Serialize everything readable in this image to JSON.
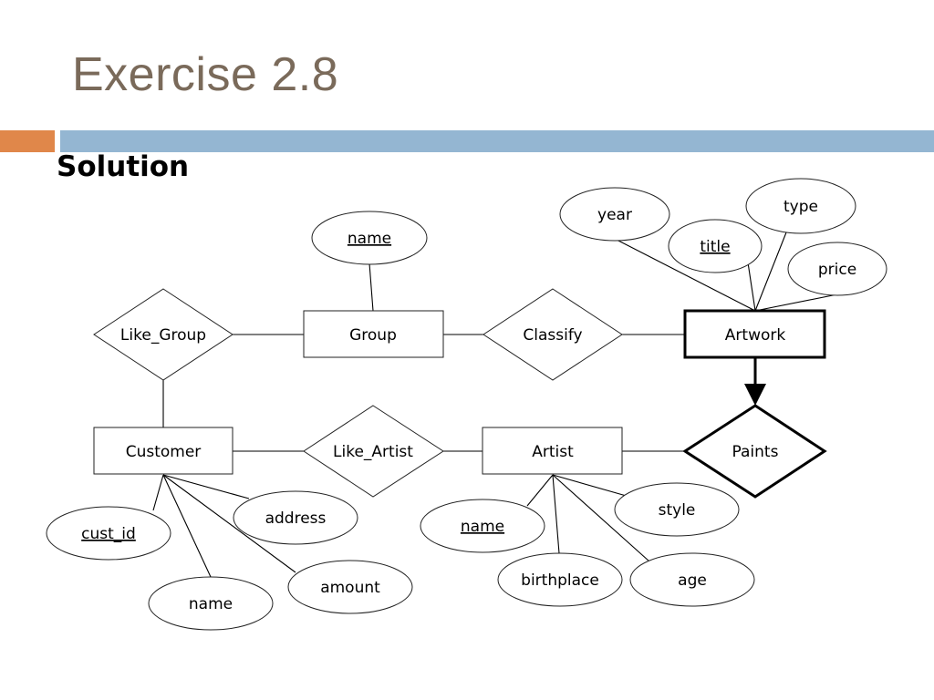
{
  "slide": {
    "title": "Exercise 2.8",
    "subtitle": "Solution",
    "colors": {
      "title": "#7a6a5a",
      "accent_orange": "#e0874a",
      "accent_blue": "#94b6d2"
    }
  },
  "diagram": {
    "entities": {
      "group": "Group",
      "artwork": "Artwork",
      "customer": "Customer",
      "artist": "Artist"
    },
    "relationships": {
      "like_group": "Like_Group",
      "classify": "Classify",
      "like_artist": "Like_Artist",
      "paints": "Paints"
    },
    "attributes": {
      "group_name": "name",
      "artwork_year": "year",
      "artwork_title": "title",
      "artwork_type": "type",
      "artwork_price": "price",
      "customer_cust_id": "cust_id",
      "customer_name": "name",
      "customer_address": "address",
      "customer_amount": "amount",
      "artist_name": "name",
      "artist_birthplace": "birthplace",
      "artist_style": "style",
      "artist_age": "age"
    }
  }
}
